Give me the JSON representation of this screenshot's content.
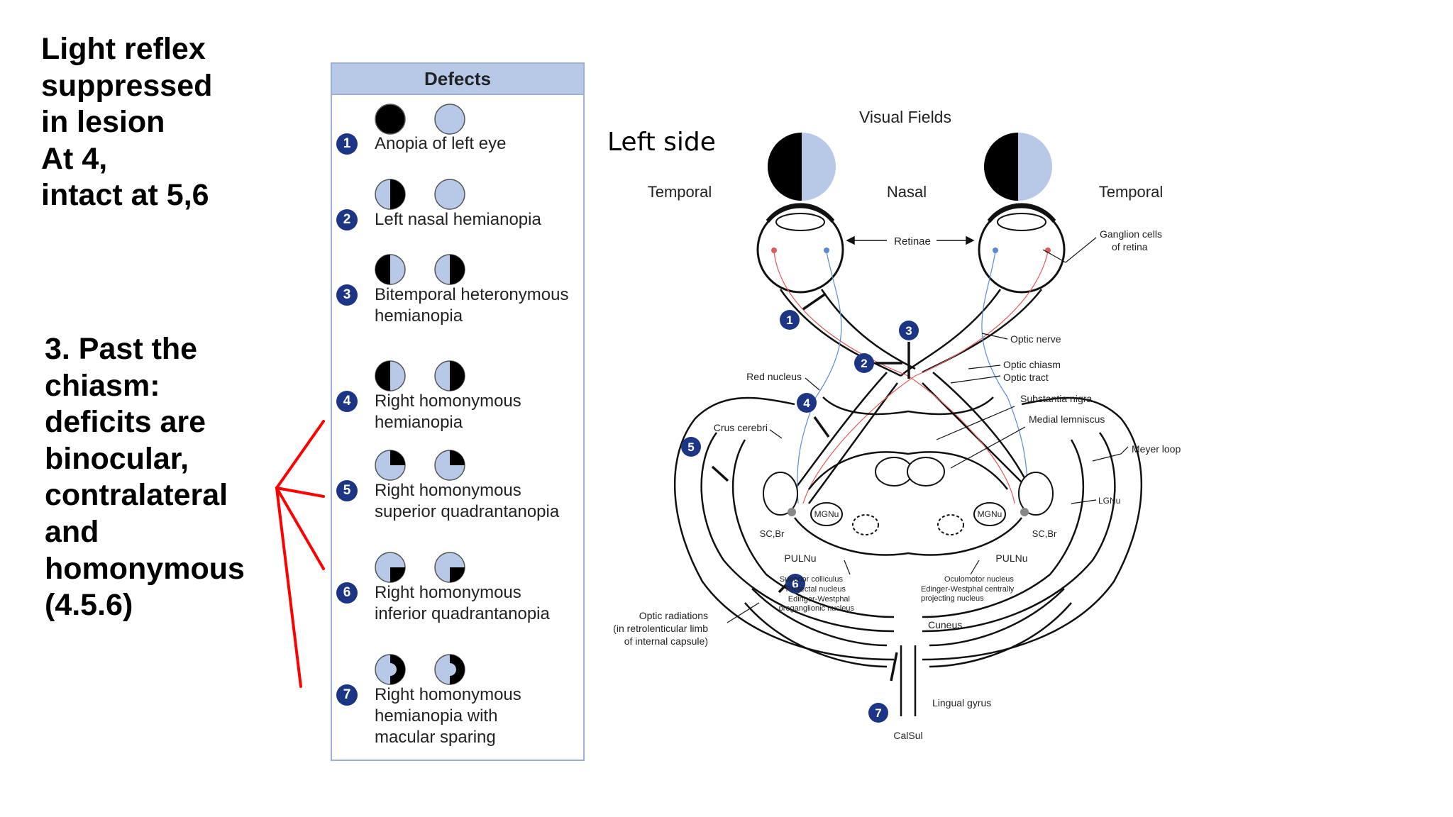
{
  "notes": {
    "top": [
      "Light reflex",
      "suppressed",
      "in lesion",
      "At 4,",
      "intact at 5,6"
    ],
    "middle": [
      "3. Past the",
      "chiasm:",
      "deficits are",
      "binocular,",
      "contralateral",
      "and",
      "homonymous",
      "(4.5.6)"
    ],
    "left_side": "Left side"
  },
  "defects": {
    "title": "Defects",
    "items": [
      {
        "num": "1",
        "lines": [
          "Anopia of left eye"
        ]
      },
      {
        "num": "2",
        "lines": [
          "Left nasal hemianopia"
        ]
      },
      {
        "num": "3",
        "lines": [
          "Bitemporal heteronymous",
          "hemianopia"
        ]
      },
      {
        "num": "4",
        "lines": [
          "Right homonymous",
          "hemianopia"
        ]
      },
      {
        "num": "5",
        "lines": [
          "Right homonymous",
          "superior quadrantanopia"
        ]
      },
      {
        "num": "6",
        "lines": [
          "Right homonymous",
          "inferior quadrantanopia"
        ]
      },
      {
        "num": "7",
        "lines": [
          "Right homonymous",
          "hemianopia with",
          "macular sparing"
        ]
      }
    ]
  },
  "diagram": {
    "title": "Visual Fields",
    "temporal_left": "Temporal",
    "nasal": "Nasal",
    "temporal_right": "Temporal",
    "retinae": "Retinae",
    "ganglion": [
      "Ganglion cells",
      "of retina"
    ],
    "optic_nerve": "Optic nerve",
    "optic_chiasm": "Optic chiasm",
    "optic_tract": "Optic tract",
    "red_nucleus": "Red nucleus",
    "substantia_nigra": "Substantia nigra",
    "medial_lemniscus": "Medial lemniscus",
    "crus_cerebri": "Crus cerebri",
    "meyer_loop": "Meyer loop",
    "lgnu": "LGNu",
    "mgnu_left": "MGNu",
    "mgnu_right": "MGNu",
    "scbr_left": "SC,Br",
    "scbr_right": "SC,Br",
    "pulnu_left": "PULNu",
    "pulnu_right": "PULNu",
    "superior_colliculus": "Superior colliculus",
    "pretectal": "Pretectal nucleus",
    "ew_pre": [
      "Edinger-Westphal",
      "preganglionic nucleus"
    ],
    "oculomotor": "Oculomotor nucleus",
    "ew_central": [
      "Edinger-Westphal centrally",
      "projecting nucleus"
    ],
    "optic_radiations": [
      "Optic radiations",
      "(in retrolenticular limb",
      "of internal capsule)"
    ],
    "cuneus": "Cuneus",
    "lingual": "Lingual gyrus",
    "calsul": "CalSul",
    "lesion_numbers": [
      "1",
      "2",
      "3",
      "4",
      "5",
      "6",
      "7"
    ]
  },
  "colors": {
    "arrow": "#ff0000",
    "badge": "#1c3585",
    "field_blue": "#b8c9e8",
    "panel_header": "#b8c9e8",
    "red_fiber": "#e05a5a",
    "blue_fiber": "#5a8ad6"
  }
}
